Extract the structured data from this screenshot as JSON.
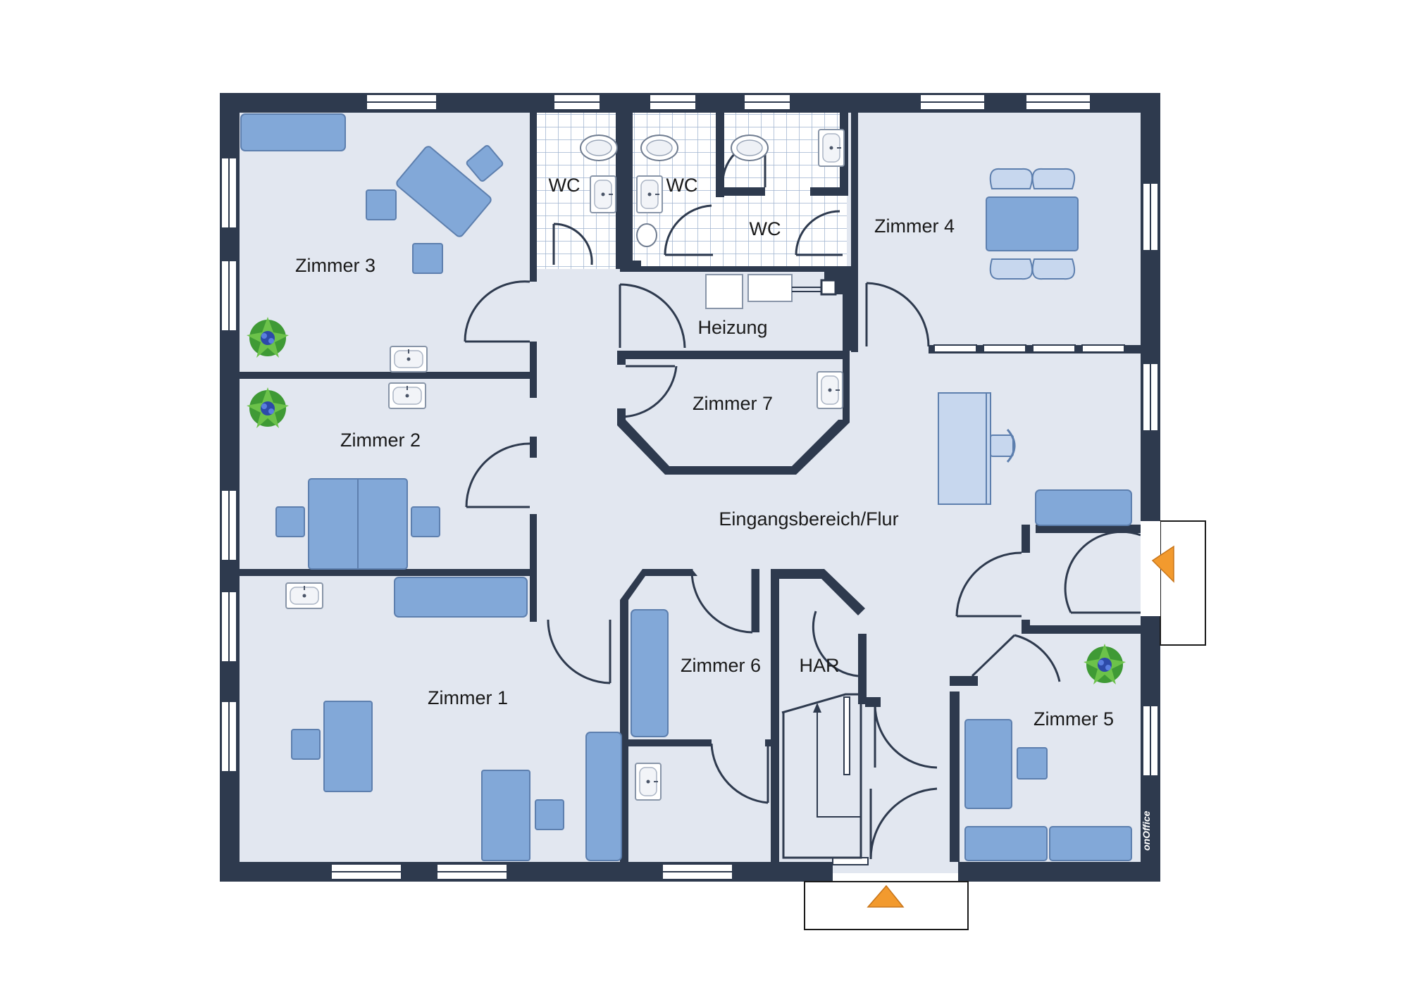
{
  "rooms": {
    "zimmer3": "Zimmer 3",
    "zimmer2": "Zimmer 2",
    "zimmer1": "Zimmer 1",
    "zimmer4": "Zimmer 4",
    "zimmer5": "Zimmer 5",
    "zimmer6": "Zimmer 6",
    "zimmer7": "Zimmer 7",
    "wc1": "WC",
    "wc2": "WC",
    "wc3": "WC",
    "heizung": "Heizung",
    "har": "HAR",
    "flur": "Eingangsbereich/Flur"
  },
  "logo": {
    "text": "onOffice"
  },
  "colors": {
    "wall": "#2e3a4e",
    "floor": "#e2e7f0",
    "furniture": "#82a8d8",
    "entrance_arrow": "#f29a2e",
    "plant": "#4aa83a"
  },
  "icons": [
    "plant-icon",
    "entrance-arrow-icon",
    "sink-icon",
    "toilet-icon"
  ]
}
